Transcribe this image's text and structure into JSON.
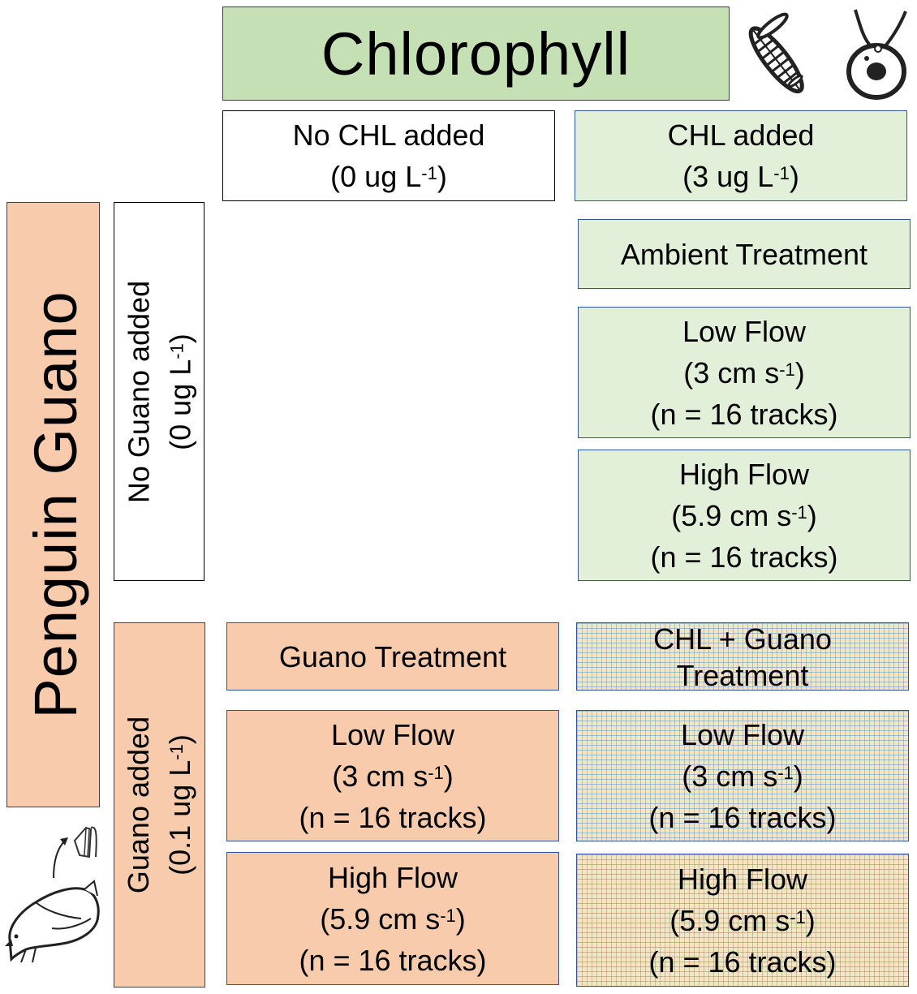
{
  "header": {
    "title": "Chlorophyll"
  },
  "columns": {
    "no_chl": {
      "line1": "No CHL added",
      "line2_pre": "(0 ug L",
      "line2_sup": "-1",
      "line2_post": ")"
    },
    "chl": {
      "line1": "CHL added",
      "line2_pre": "(3 ug L",
      "line2_sup": "-1",
      "line2_post": ")"
    }
  },
  "side": {
    "title": "Penguin Guano",
    "no_guano": {
      "line1": "No Guano added",
      "line2_pre": "(0 ug L",
      "line2_sup": "-1",
      "line2_post": ")"
    },
    "guano": {
      "line1": "Guano added",
      "line2_pre": "(0.1 ug L",
      "line2_sup": "-1",
      "line2_post": ")"
    }
  },
  "treatments": {
    "ambient": "Ambient Treatment",
    "guano": "Guano Treatment",
    "chl_guano_line1": "CHL + Guano",
    "chl_guano_line2": "Treatment"
  },
  "flows": {
    "low": {
      "title": "Low Flow",
      "speed_pre": "(3 cm s",
      "speed_sup": "-1",
      "speed_post": ")",
      "n": "(n = 16 tracks)"
    },
    "high": {
      "title": "High Flow",
      "speed_pre": "(5.9 cm s",
      "speed_sup": "-1",
      "speed_post": ")",
      "n": "(n = 16 tracks)"
    }
  },
  "colors": {
    "chl_light": "#e2efd9",
    "chl_header": "#c5e0b4",
    "guano": "#f8cbad",
    "border_blue": "#2e5597"
  },
  "icons": [
    "diatom-icon",
    "phytoplankton-cell-icon",
    "penguin-icon",
    "guano-splash-icon"
  ]
}
